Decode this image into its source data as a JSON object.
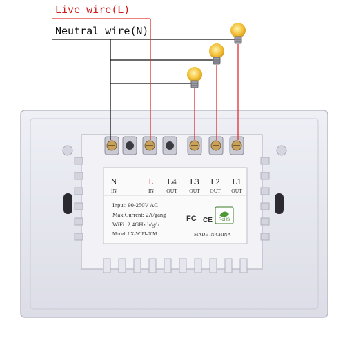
{
  "wires": {
    "live": "Live wire(L)",
    "neutral": "Neutral wire(N)"
  },
  "terminals": [
    {
      "name": "N",
      "sub": "IN",
      "color": "#222222"
    },
    {
      "name": "L",
      "sub": "IN",
      "color": "#c42020"
    },
    {
      "name": "L4",
      "sub": "OUT",
      "color": "#222222"
    },
    {
      "name": "L3",
      "sub": "OUT",
      "color": "#222222"
    },
    {
      "name": "L2",
      "sub": "OUT",
      "color": "#222222"
    },
    {
      "name": "L1",
      "sub": "OUT",
      "color": "#222222"
    }
  ],
  "label": {
    "input": "Input: 90-250V AC",
    "max_current": "Max.Current: 2A/gang",
    "wifi": "WiFi: 2.4GHz b/g/n",
    "model": "Model: LX-WIFI-00M",
    "made_in": "MADE IN CHINA",
    "fc_mark": "FC",
    "ce_mark": "CE",
    "rohs_mark": "RoHS"
  },
  "colors": {
    "live_wire": "#e03030",
    "neutral_wire": "#111111",
    "bulb": "#f2c23a",
    "panel": "#e6e7ee",
    "housing": "#f3f3f7"
  },
  "icons": [
    "lightbulb-icon",
    "lightbulb-icon",
    "lightbulb-icon",
    "fcc-logo",
    "ce-logo",
    "rohs-logo"
  ]
}
